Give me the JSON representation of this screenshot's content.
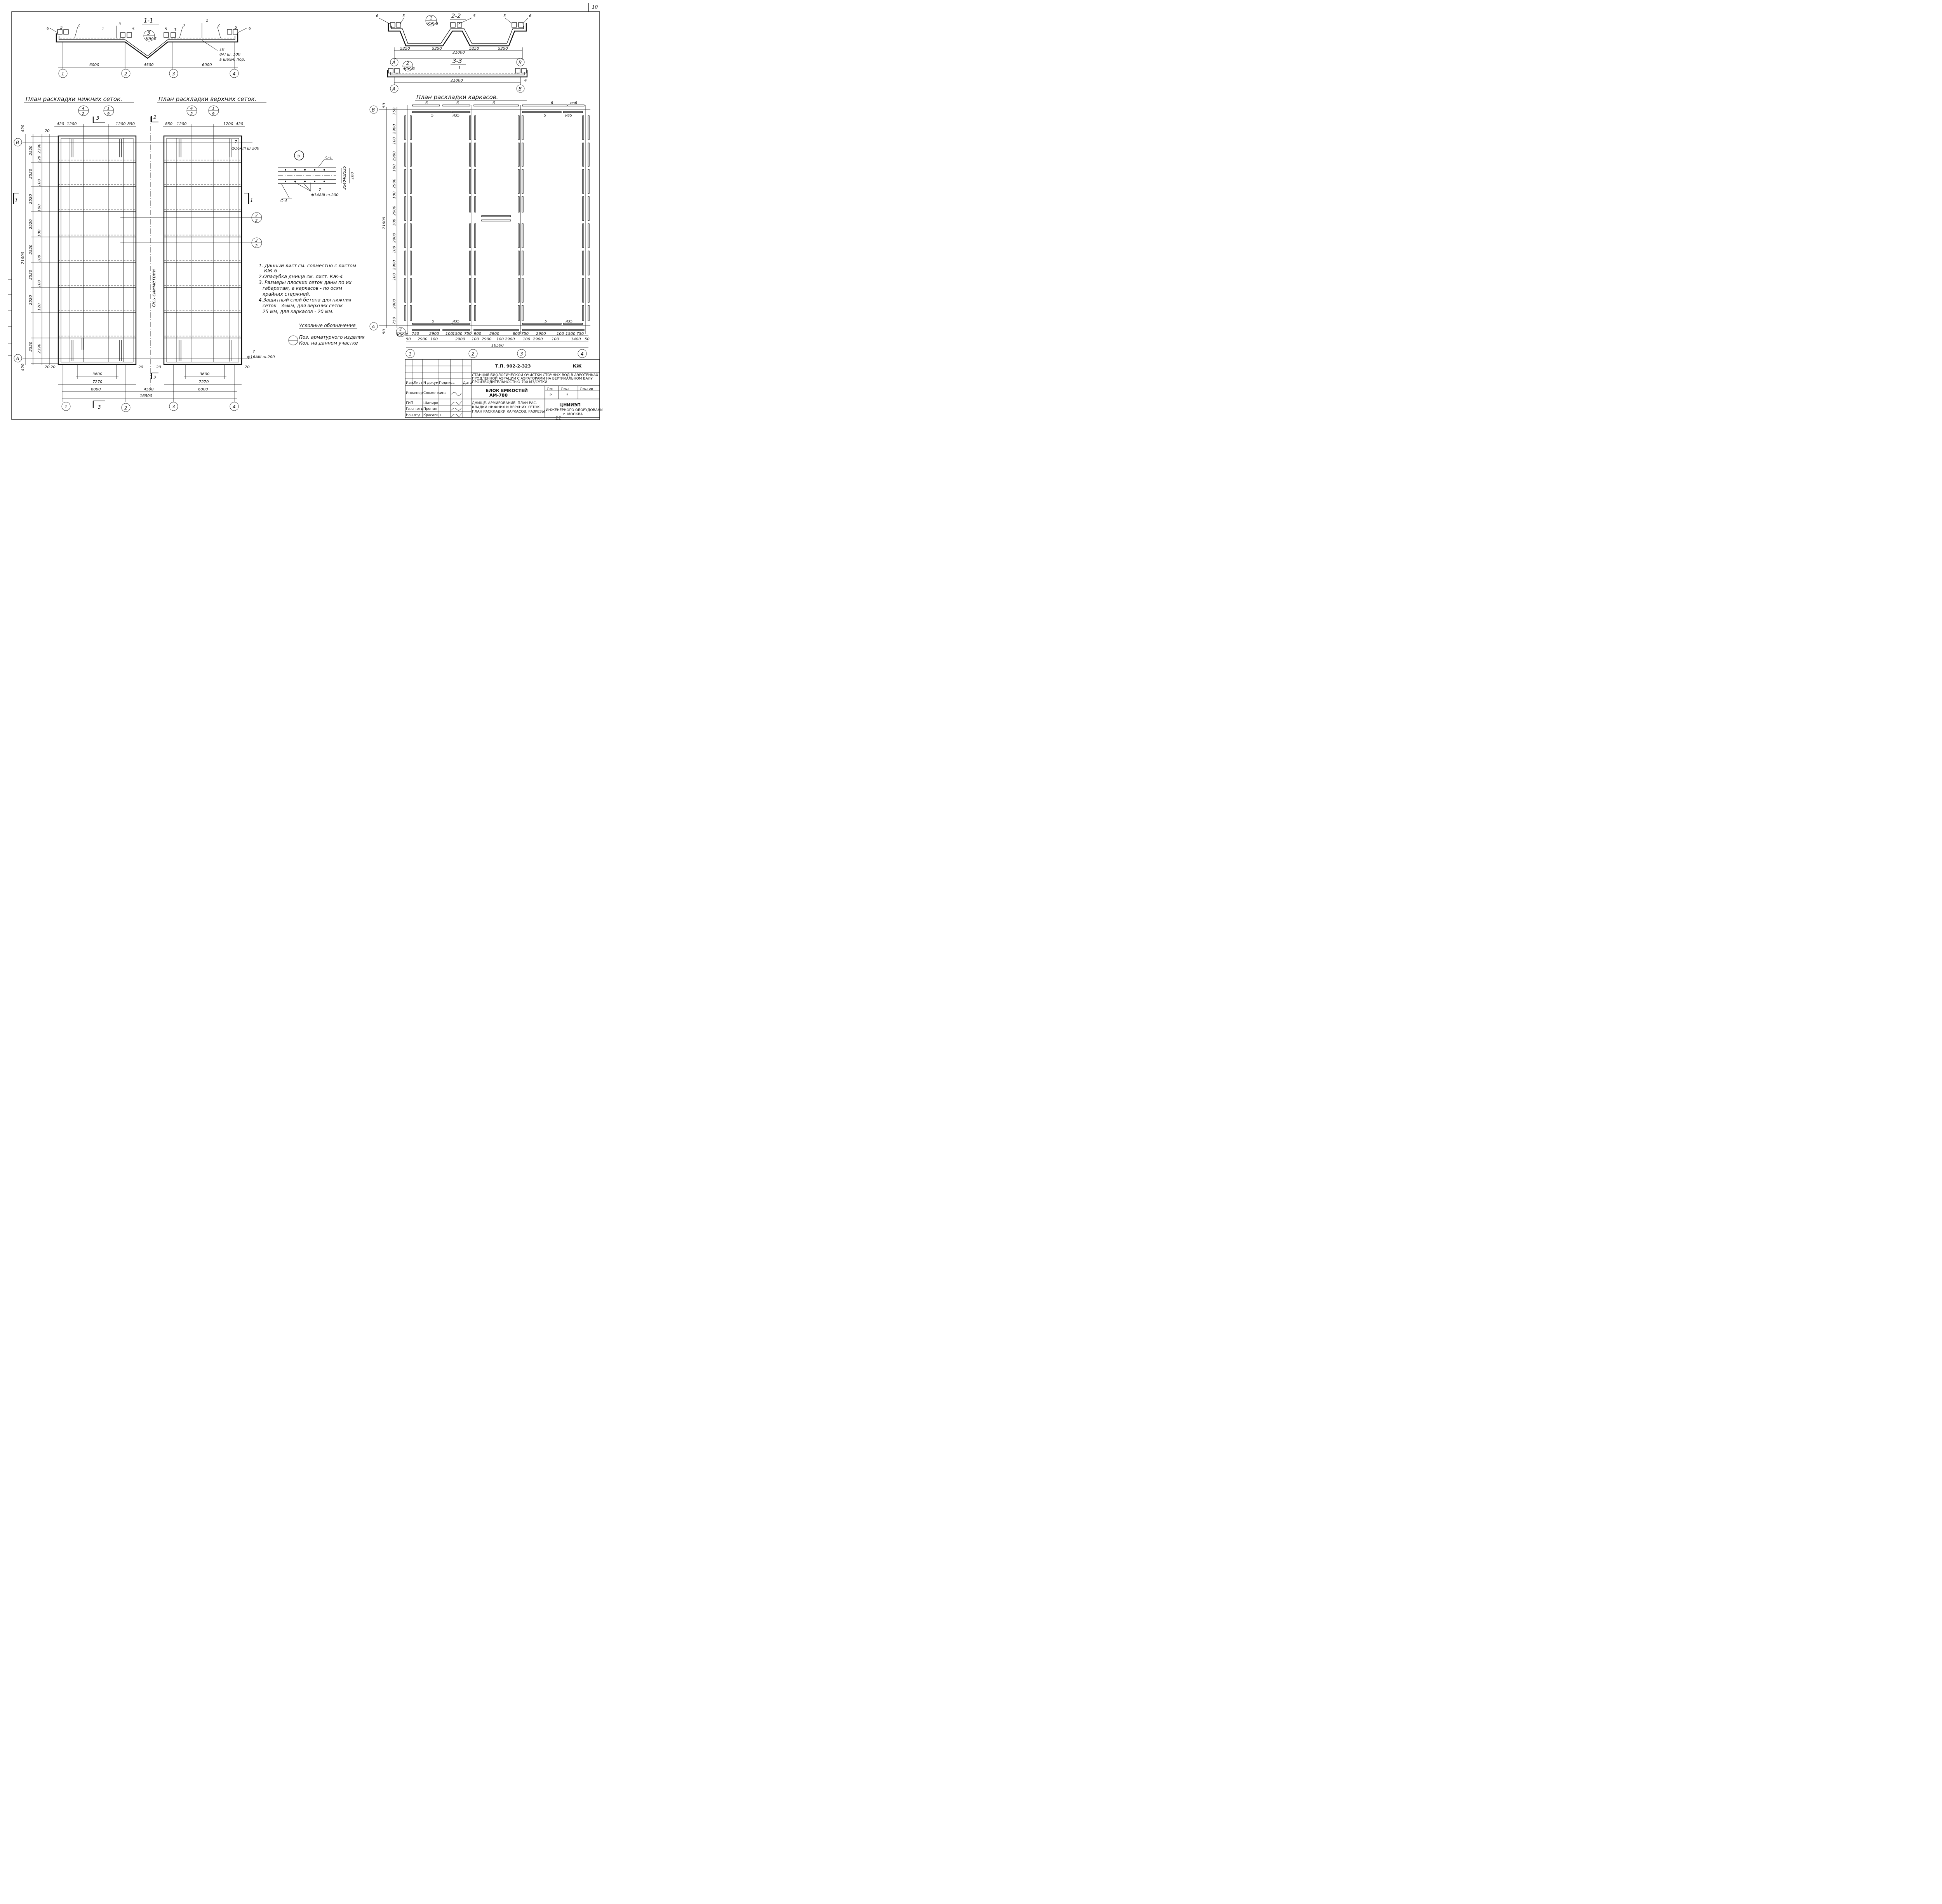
{
  "sheet_number": "10",
  "sheet_number_bottom": "11",
  "section_labels": {
    "s11": "1-1",
    "s22": "2-2",
    "s33": "3-3"
  },
  "titles": {
    "lower_mesh": "План раскладки нижних сеток.",
    "upper_mesh": "План раскладки верхних сеток.",
    "frames": "План раскладки каркасов."
  },
  "axis_labels": [
    "1",
    "2",
    "3",
    "4"
  ],
  "row_labels": [
    "А",
    "В"
  ],
  "section1_dims": [
    "6000",
    "4500",
    "6000"
  ],
  "section1_note": [
    "18",
    "8АI ш. 100",
    "в шахм. пор."
  ],
  "section1_callouts": [
    "6",
    "5",
    "2",
    "1",
    "3",
    "5",
    "3",
    "5",
    "3",
    "1",
    "2",
    "5",
    "6"
  ],
  "bubble_s1": {
    "num": "3",
    "ref": "КЖ-6"
  },
  "section2_dims": [
    "5250",
    "5250",
    "21000",
    "5250",
    "5250"
  ],
  "section2_callouts": [
    "6",
    "5",
    "5",
    "5",
    "6"
  ],
  "bubble_s2": {
    "num": "1",
    "ref": "КЖ-6"
  },
  "section3_dims": [
    "21000"
  ],
  "section3_callouts": [
    "1",
    "4"
  ],
  "bubble_s3": {
    "num": "2",
    "ref": "КЖ-6"
  },
  "mesh_plan": {
    "vertical_dims": [
      "2520",
      "2520",
      "2520",
      "2520",
      "2520",
      "2520",
      "2520",
      "2520"
    ],
    "inner_dims": [
      "2390",
      "120",
      "100",
      "100",
      "100",
      "100",
      "100",
      "120",
      "2390"
    ],
    "total_height": "21000",
    "edge_dims": [
      "420",
      "420",
      "20",
      "20"
    ],
    "top_dims_lower": [
      "420",
      "1200",
      "1200",
      "850"
    ],
    "top_dims_upper": [
      "850",
      "1200",
      "1200",
      "420"
    ],
    "bottom_dims": [
      "20",
      "20",
      "20",
      "20"
    ],
    "span_3600": "3600",
    "span_7270": "7270",
    "span_6000": "6000",
    "span_4500": "4500",
    "total_width": "16500",
    "bar_note": "ф16АIII ш.200",
    "bar_pos": "7",
    "axis_of_symmetry": "Ось симметрии",
    "cut_labels": [
      "1",
      "1",
      "2",
      "2",
      "3",
      "3"
    ],
    "section_bubbles": [
      {
        "num": "4",
        "ref": "2"
      },
      {
        "num": "1",
        "ref": "9"
      },
      {
        "num": "4",
        "ref": "2"
      },
      {
        "num": "1",
        "ref": "9"
      },
      {
        "num": "2",
        "ref": "2"
      },
      {
        "num": "3",
        "ref": "2"
      }
    ]
  },
  "detail5": {
    "num": "5",
    "labels": [
      "С-1",
      "С-4",
      "7",
      "ф14АIII ш.200",
      "180"
    ],
    "side_dims": [
      "35",
      "25",
      "40",
      "40",
      "35"
    ]
  },
  "notes": [
    "1. Данный лист см. совместно с листом",
    "КЖ-6",
    "2.Опалубка днища см. лист. КЖ-4",
    "3. Размеры плоских сеток даны по их",
    "габаритам, а каркасов - по осям",
    "крайних стержней.",
    "4.Защитный слой бетона для нижних",
    "сеток - 35мм, для верхних сеток -",
    "25 мм, для каркасов - 20 мм."
  ],
  "legend": {
    "title": "Условные обозначения",
    "line1": "Поз. арматурного изделия",
    "line2": "Кол. на данном участке"
  },
  "frames_plan": {
    "vert_dims": [
      "750",
      "2900",
      "100",
      "2900",
      "100",
      "2900",
      "100",
      "2900",
      "100",
      "2900",
      "100",
      "2900",
      "100",
      "2900",
      "750"
    ],
    "total_height": "21000",
    "edge": [
      "50",
      "50"
    ],
    "top_marks": [
      "6",
      "6",
      "6",
      "6",
      "из6",
      "5",
      "из5",
      "5",
      "из5"
    ],
    "bottom_dims": [
      "750",
      "2900",
      "100",
      "1500",
      "750",
      "900",
      "2900",
      "800",
      "750",
      "2900",
      "100",
      "1500",
      "750"
    ],
    "bottom_dims2": [
      "50",
      "2900",
      "100",
      "2900",
      "100",
      "2900",
      "100",
      "2900",
      "100",
      "2900",
      "100",
      "1400",
      "50"
    ],
    "total_width": "16500",
    "bubble": {
      "num": "4",
      "ref": "КЖ-6"
    },
    "bottom_marks": [
      "5",
      "из5",
      "5",
      "из5",
      "6",
      "6",
      "6",
      "6",
      "из6"
    ]
  },
  "title_block": {
    "code": "Т.П. 902-2-323",
    "mark": "КЖ",
    "project": [
      "СТАНЦИЯ БИОЛОГИЧЕСКОЙ ОЧИСТКИ СТОЧНЫХ ВОД В АЭРОТЕНКАХ",
      "ПРОДЛЕННОЙ АЭРАЦИИ С АЭРАТОРАМИ НА ВЕРТИКАЛЬНОМ ВАЛУ",
      "ПРОИЗВОДИТЕЛЬНОСТЬЮ 700 М3/СУТКИ"
    ],
    "header": [
      "Изм.",
      "Лист",
      "N докум.",
      "Подпись",
      "Дата"
    ],
    "block": [
      "БЛОК ЕМКОСТЕЙ",
      "АМ-780"
    ],
    "lit_headers": [
      "Лит",
      "Лист",
      "Листов"
    ],
    "lit_values": [
      "Р",
      "5",
      ""
    ],
    "roles": [
      {
        "role": "Инженер",
        "name": "Сложенкина"
      },
      {
        "role": "ГИП",
        "name": "Шапиро"
      },
      {
        "role": "Гл.сп.отд",
        "name": "Пронин"
      },
      {
        "role": "Нач.отд",
        "name": "Красавин"
      }
    ],
    "description": [
      "ДНИЩЕ. АРМИРОВАНИЕ. ПЛАН РАС-",
      "КЛАДКИ НИЖНИХ И ВЕРХНИХ СЕТОК.",
      "ПЛАН РАСКЛАДКИ КАРКАСОВ. РАЗРЕЗЫ"
    ],
    "org": "ЦНИИЭП",
    "org_sub": [
      "ИНЖЕНЕРНОГО ОБОРУДОВАНИЯ",
      "г. МОСКВА"
    ]
  }
}
